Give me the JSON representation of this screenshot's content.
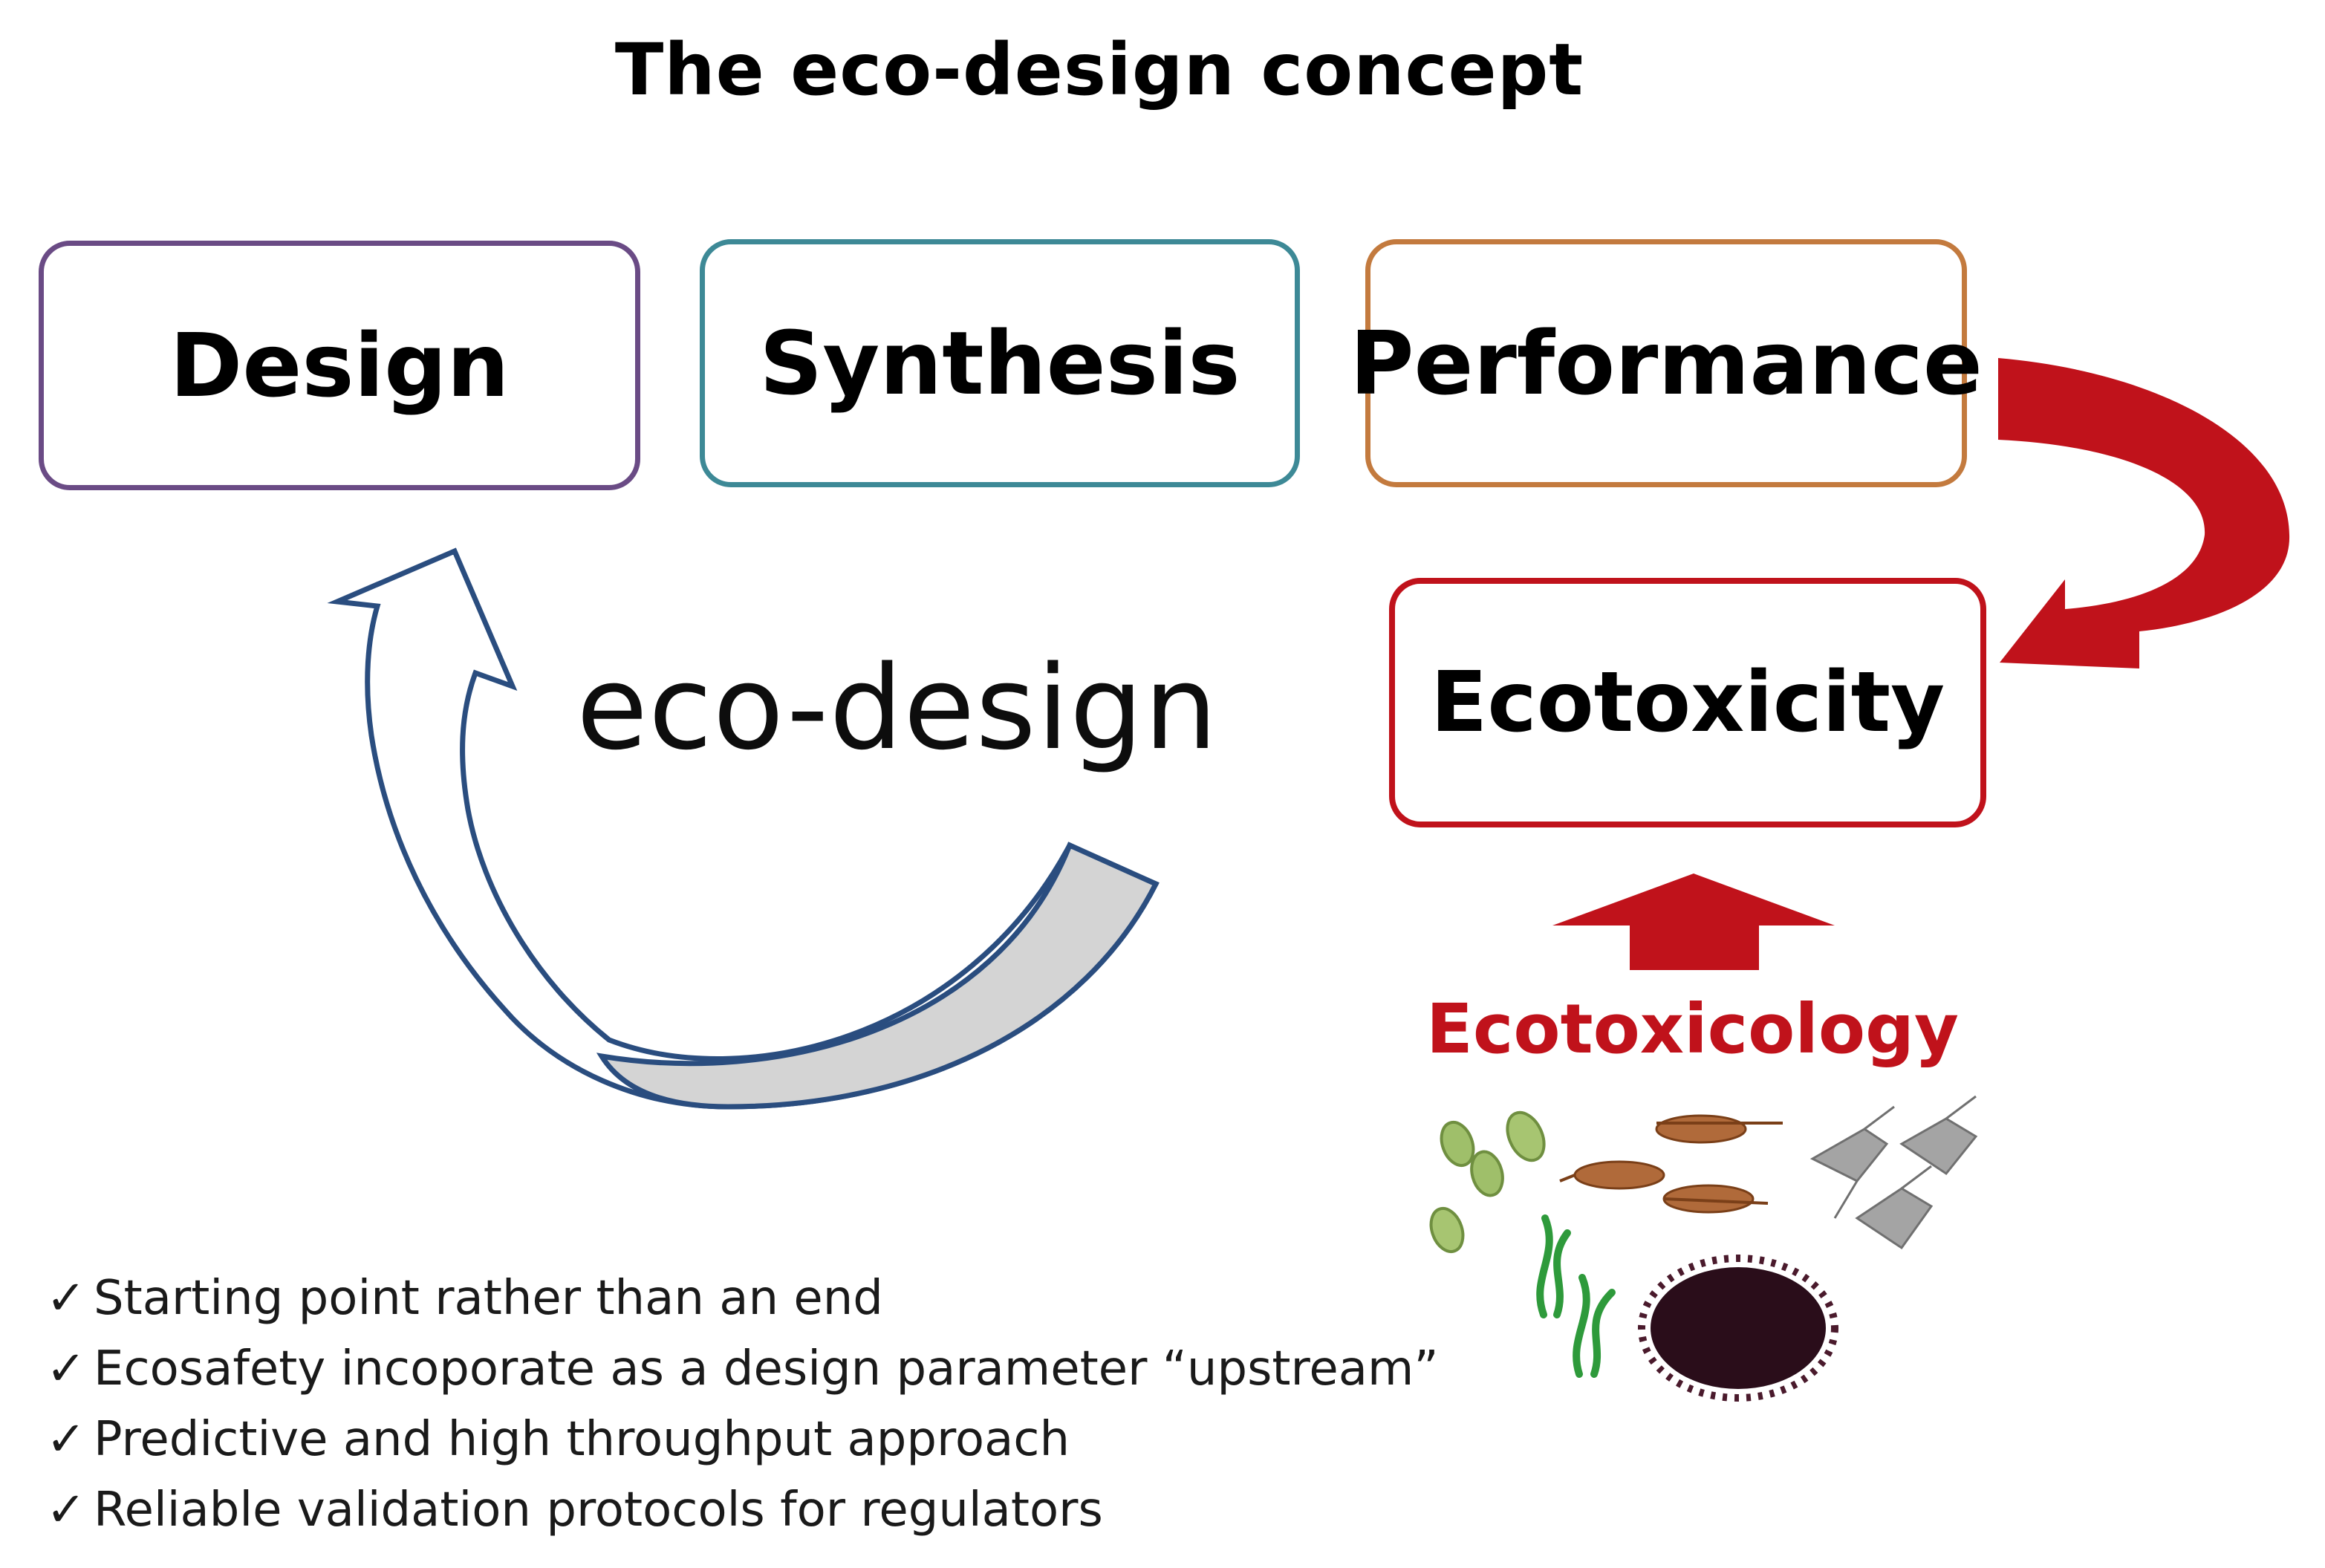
{
  "title": "The eco-design concept",
  "boxes": {
    "design": "Design",
    "synthesis": "Synthesis",
    "performance": "Performance",
    "ecotoxicity": "Ecotoxicity"
  },
  "cycle_label": "eco-design",
  "ecotoxicology_label": "Ecotoxicology",
  "bullets": [
    "Starting point rather than an end",
    "Ecosafety incoporate as a design parameter “upstream”",
    "Predictive and high throughput approach",
    "Reliable validation protocols for regulators"
  ],
  "check_glyph": "✓",
  "colors": {
    "design_border": "#6a4b85",
    "synthesis_border": "#3d8996",
    "performance_border": "#c37a3e",
    "ecotoxicity_border": "#c0121b",
    "red_arrow": "#c0121b",
    "cycle_arrow_outline": "#2a4d7f",
    "cycle_arrow_fill": "#d4d4d4"
  },
  "icons": [
    "algae-icon",
    "crustacean-icon",
    "seaweed-icon",
    "sea-urchin-icon",
    "amphipod-icon"
  ]
}
